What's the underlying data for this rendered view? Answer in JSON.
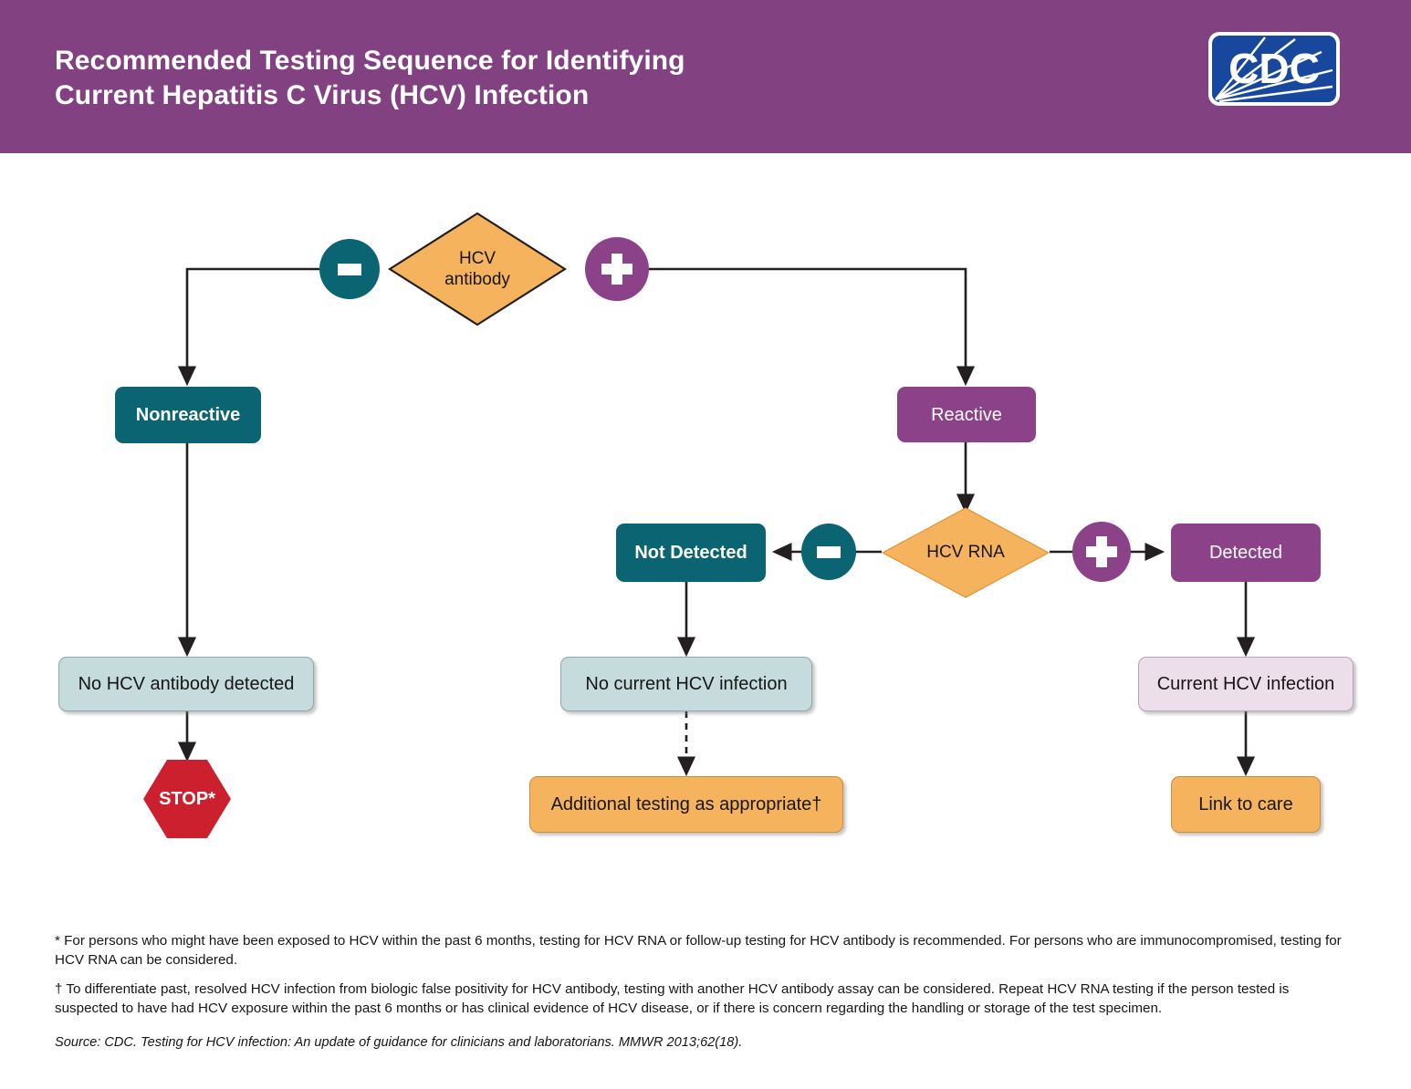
{
  "header": {
    "title_line1": "Recommended Testing Sequence for Identifying",
    "title_line2": "Current Hepatitis C Virus (HCV) Infection",
    "logo_text": "CDC",
    "logo_name": "cdc-logo",
    "bg_color": "#824281"
  },
  "colors": {
    "header_purple": "#824281",
    "teal": "#0a6471",
    "purple": "#8b4289",
    "orange": "#f6b35e",
    "result_blue": "#c6dbdc",
    "result_pink": "#ecdfe9",
    "stop_red": "#cc202f",
    "line": "#231f20"
  },
  "flowchart": {
    "type": "flowchart",
    "decisions": [
      {
        "id": "hcv-antibody",
        "label": "HCV\nantibody",
        "shape": "diamond",
        "color": "#f6b35e"
      },
      {
        "id": "hcv-rna",
        "label": "HCV RNA",
        "shape": "diamond",
        "color": "#f6b35e"
      }
    ],
    "signs": [
      {
        "id": "antibody-negative",
        "symbol": "minus",
        "meaning": "negative",
        "color": "#0a6471"
      },
      {
        "id": "antibody-positive",
        "symbol": "plus",
        "meaning": "positive",
        "color": "#8b4289"
      },
      {
        "id": "rna-negative",
        "symbol": "minus",
        "meaning": "negative",
        "color": "#0a6471"
      },
      {
        "id": "rna-positive",
        "symbol": "plus",
        "meaning": "positive",
        "color": "#8b4289"
      }
    ],
    "nodes": {
      "nonreactive": "Nonreactive",
      "reactive": "Reactive",
      "not_detected": "Not Detected",
      "detected": "Detected",
      "no_hcv_antibody_detected": "No HCV antibody detected",
      "no_current_hcv_infection": "No current HCV infection",
      "current_hcv_infection": "Current HCV infection",
      "stop": "STOP*",
      "additional_testing": "Additional testing as appropriate†",
      "link_to_care": "Link to care"
    },
    "edges": [
      {
        "from": "hcv-antibody",
        "to": "nonreactive",
        "via": "antibody-negative",
        "style": "solid"
      },
      {
        "from": "hcv-antibody",
        "to": "reactive",
        "via": "antibody-positive",
        "style": "solid"
      },
      {
        "from": "nonreactive",
        "to": "no_hcv_antibody_detected",
        "style": "solid"
      },
      {
        "from": "no_hcv_antibody_detected",
        "to": "stop",
        "style": "solid"
      },
      {
        "from": "reactive",
        "to": "hcv-rna",
        "style": "solid"
      },
      {
        "from": "hcv-rna",
        "to": "not_detected",
        "via": "rna-negative",
        "style": "solid"
      },
      {
        "from": "hcv-rna",
        "to": "detected",
        "via": "rna-positive",
        "style": "solid"
      },
      {
        "from": "not_detected",
        "to": "no_current_hcv_infection",
        "style": "solid"
      },
      {
        "from": "no_current_hcv_infection",
        "to": "additional_testing",
        "style": "dashed"
      },
      {
        "from": "detected",
        "to": "current_hcv_infection",
        "style": "solid"
      },
      {
        "from": "current_hcv_infection",
        "to": "link_to_care",
        "style": "solid"
      }
    ]
  },
  "footnotes": {
    "asterisk": "* For persons who might have been exposed to HCV within the past 6 months, testing for HCV RNA or follow-up testing for HCV antibody is recommended. For persons who are immunocompromised, testing for HCV RNA can be considered.",
    "dagger": "† To differentiate past, resolved HCV infection from biologic false positivity for HCV antibody, testing with another HCV antibody assay can be considered. Repeat HCV RNA testing if the person tested is suspected to have had HCV exposure within the past 6 months or has clinical evidence of HCV disease, or if there is concern regarding the handling or storage of the test specimen.",
    "source": "Source: CDC. Testing for HCV infection: An update of guidance for clinicians and laboratorians. MMWR 2013;62(18)."
  }
}
